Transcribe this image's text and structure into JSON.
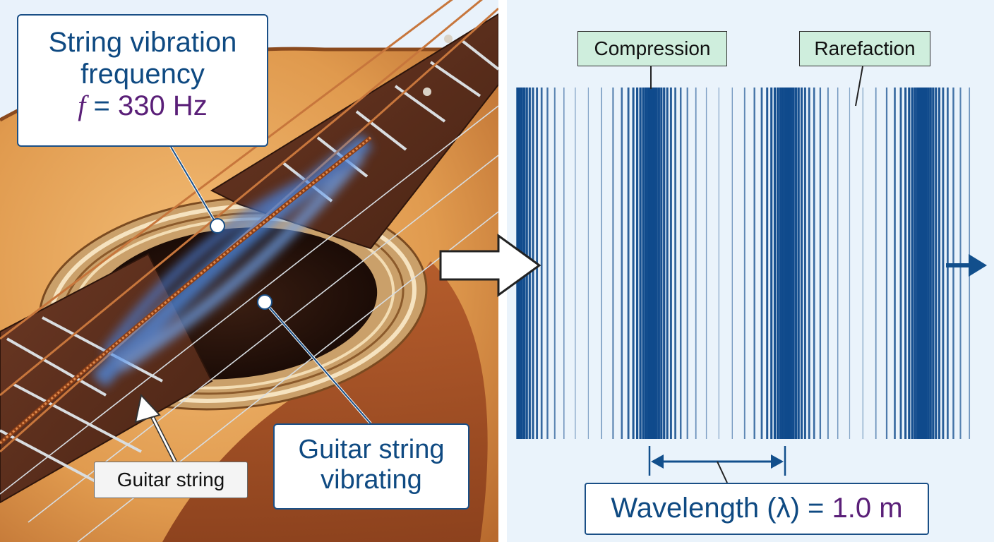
{
  "guitar_panel": {
    "frequency_label": {
      "line1": "String vibration",
      "line2": "frequency",
      "variable": "f",
      "equals": " = ",
      "value": "330 Hz"
    },
    "vibrating_label": {
      "line1": "Guitar string",
      "line2": "vibrating"
    },
    "string_label": "Guitar string"
  },
  "wave_panel": {
    "compression_label": "Compression",
    "rarefaction_label": "Rarefaction",
    "wavelength_label": {
      "name": "Wavelength (λ)",
      "equals": " = ",
      "value": "1.0 m"
    }
  },
  "colors": {
    "wood_light": "#e6a45a",
    "wood_dark": "#5a2e1c",
    "wave_blue": "#0f4a8c",
    "panel_bg": "#eaf3fb",
    "label_border": "#1a4f86",
    "value_purple": "#5a1f78",
    "tag_green": "#cfeedd"
  },
  "icons": [
    "outline-arrow-right-icon",
    "arrow-right-icon",
    "double-arrow-icon"
  ]
}
